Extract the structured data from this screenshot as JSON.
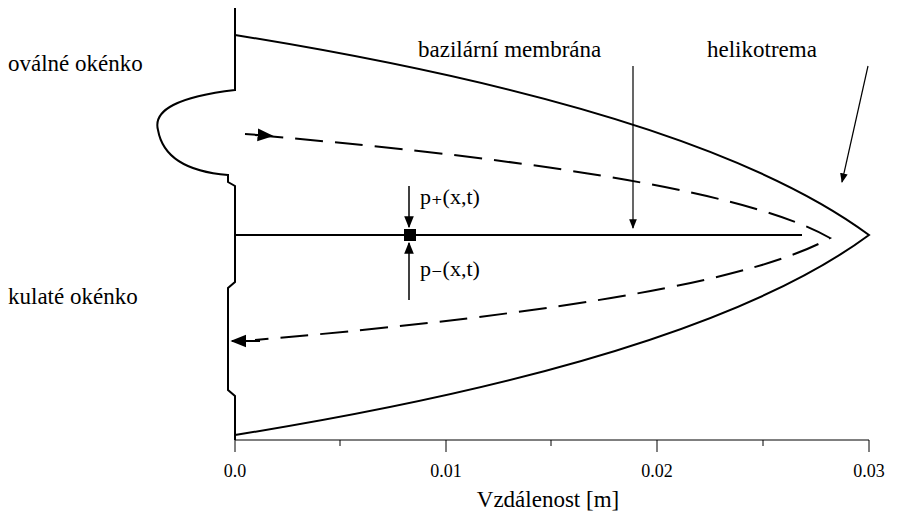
{
  "diagram": {
    "labels": [
      "oválné okénko",
      "bazilární membrána",
      "helikotrema",
      "p₊(x,t)",
      "p₋(x,t)",
      "kulaté okénko",
      "0.0",
      "0.01",
      "0.02",
      "0.03",
      "Vzdálenost [m]"
    ]
  }
}
